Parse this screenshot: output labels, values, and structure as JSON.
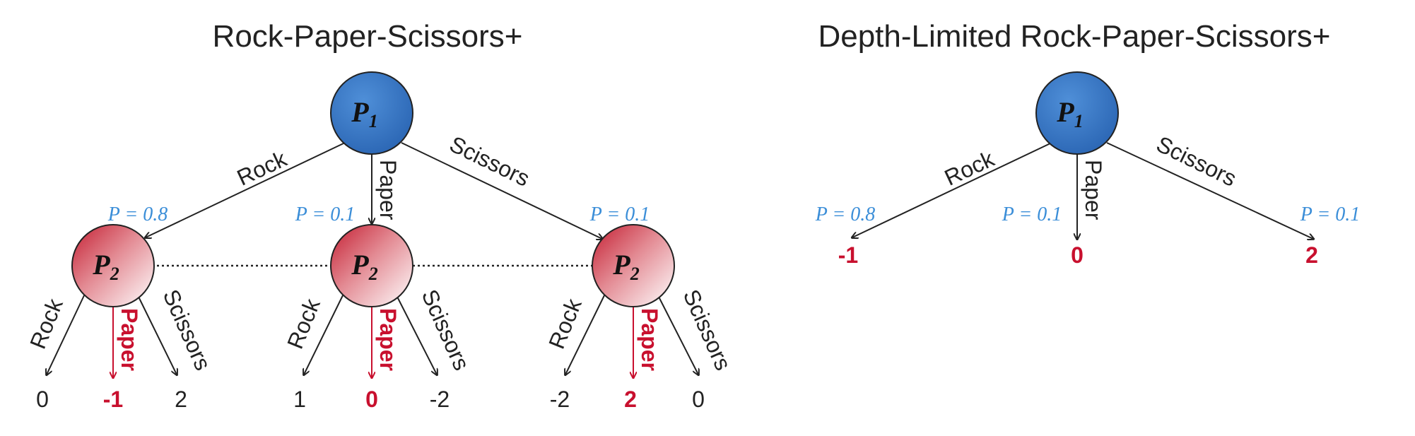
{
  "left_tree": {
    "title": "Rock-Paper-Scissors+",
    "root": {
      "label": "P",
      "sub": "1"
    },
    "p1_actions": [
      "Rock",
      "Paper",
      "Scissors"
    ],
    "probs": [
      "P = 0.8",
      "P = 0.1",
      "P = 0.1"
    ],
    "p2_node": {
      "label": "P",
      "sub": "2"
    },
    "p2_actions": [
      "Rock",
      "Paper",
      "Scissors"
    ],
    "leaves": [
      [
        "0",
        "-1",
        "2"
      ],
      [
        "1",
        "0",
        "-2"
      ],
      [
        "-2",
        "2",
        "0"
      ]
    ]
  },
  "right_tree": {
    "title": "Depth-Limited Rock-Paper-Scissors+",
    "root": {
      "label": "P",
      "sub": "1"
    },
    "p1_actions": [
      "Rock",
      "Paper",
      "Scissors"
    ],
    "probs": [
      "P = 0.8",
      "P = 0.1",
      "P = 0.1"
    ],
    "leaves": [
      "-1",
      "0",
      "2"
    ]
  },
  "colors": {
    "p1_fill": "#3b78c8",
    "p2_fill": "#d23040",
    "highlight": "#c8102e",
    "prob_text": "#3b8ed8"
  }
}
